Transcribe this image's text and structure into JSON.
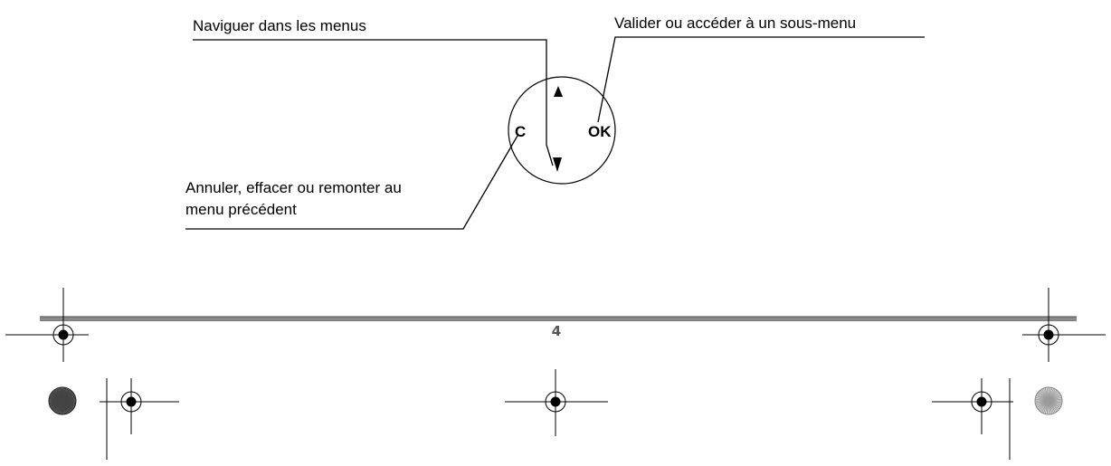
{
  "annotations": {
    "navigate": "Naviguer dans les menus",
    "validate": "Valider ou accéder à un sous-menu",
    "cancel_line1": "Annuler, effacer ou remonter au",
    "cancel_line2": "menu précédent"
  },
  "keypad": {
    "left_key": "C",
    "right_key": "OK"
  },
  "page_number": "4"
}
